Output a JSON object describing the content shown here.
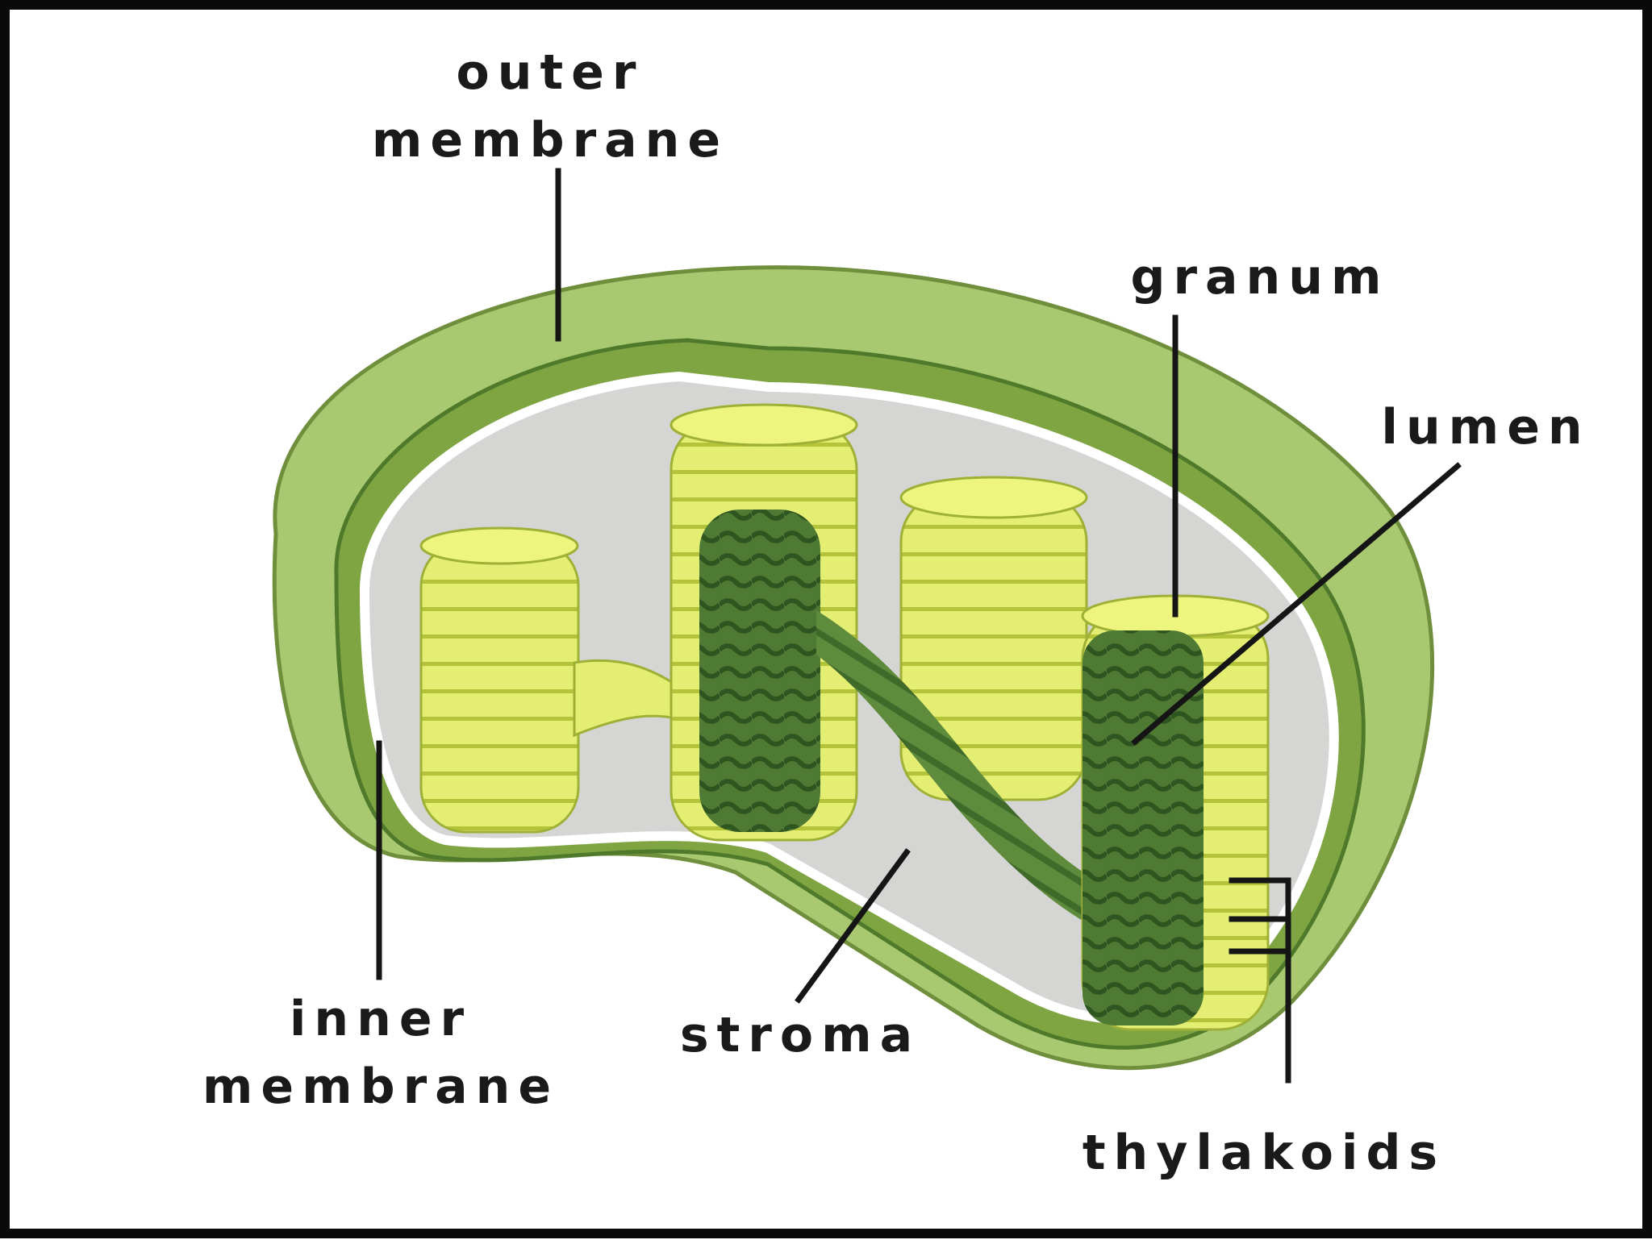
{
  "labels": {
    "outer_membrane": [
      "outer",
      "membrane"
    ],
    "granum": "granum",
    "lumen": "lumen",
    "inner_membrane": [
      "inner",
      "membrane"
    ],
    "stroma": "stroma",
    "thylakoids": "thylakoids"
  },
  "colors": {
    "outer_membrane": "#a9c970",
    "outer_membrane_dark": "#6f8f3c",
    "inner_band": "#8eb14f",
    "stroma": "#d5d6d4",
    "thylakoid": "#e4ee72",
    "thylakoid_dark": "#b3c33a",
    "lumen_cut": "#4f7a34",
    "line": "#151515"
  }
}
